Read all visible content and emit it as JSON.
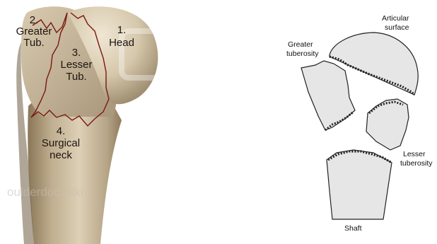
{
  "left_panel": {
    "labels": [
      {
        "id": "label-greater-tub",
        "lines": [
          "2.",
          "Greater",
          "Tub."
        ]
      },
      {
        "id": "label-lesser-tub",
        "lines": [
          "3.",
          "Lesser",
          "Tub."
        ]
      },
      {
        "id": "label-head",
        "lines": [
          "1.",
          "Head"
        ]
      },
      {
        "id": "label-surgical-neck",
        "lines": [
          "4.",
          "Surgical",
          "neck"
        ]
      }
    ],
    "watermark": "oulderdoc.wiki"
  },
  "right_panel": {
    "labels": {
      "articular_surface": [
        "Articular",
        "surface"
      ],
      "greater_tuberosity": [
        "Greater",
        "tuberosity"
      ],
      "lesser_tuberosity": [
        "Lesser",
        "tuberosity"
      ],
      "shaft": "Shaft"
    }
  },
  "colors": {
    "bone_light": "#e2d6bf",
    "bone_mid": "#c6b597",
    "bone_dark": "#8d7a5f",
    "fracture_line": "#7a1810",
    "sketch_fill": "#e6e6e6",
    "sketch_stroke": "#222222"
  }
}
